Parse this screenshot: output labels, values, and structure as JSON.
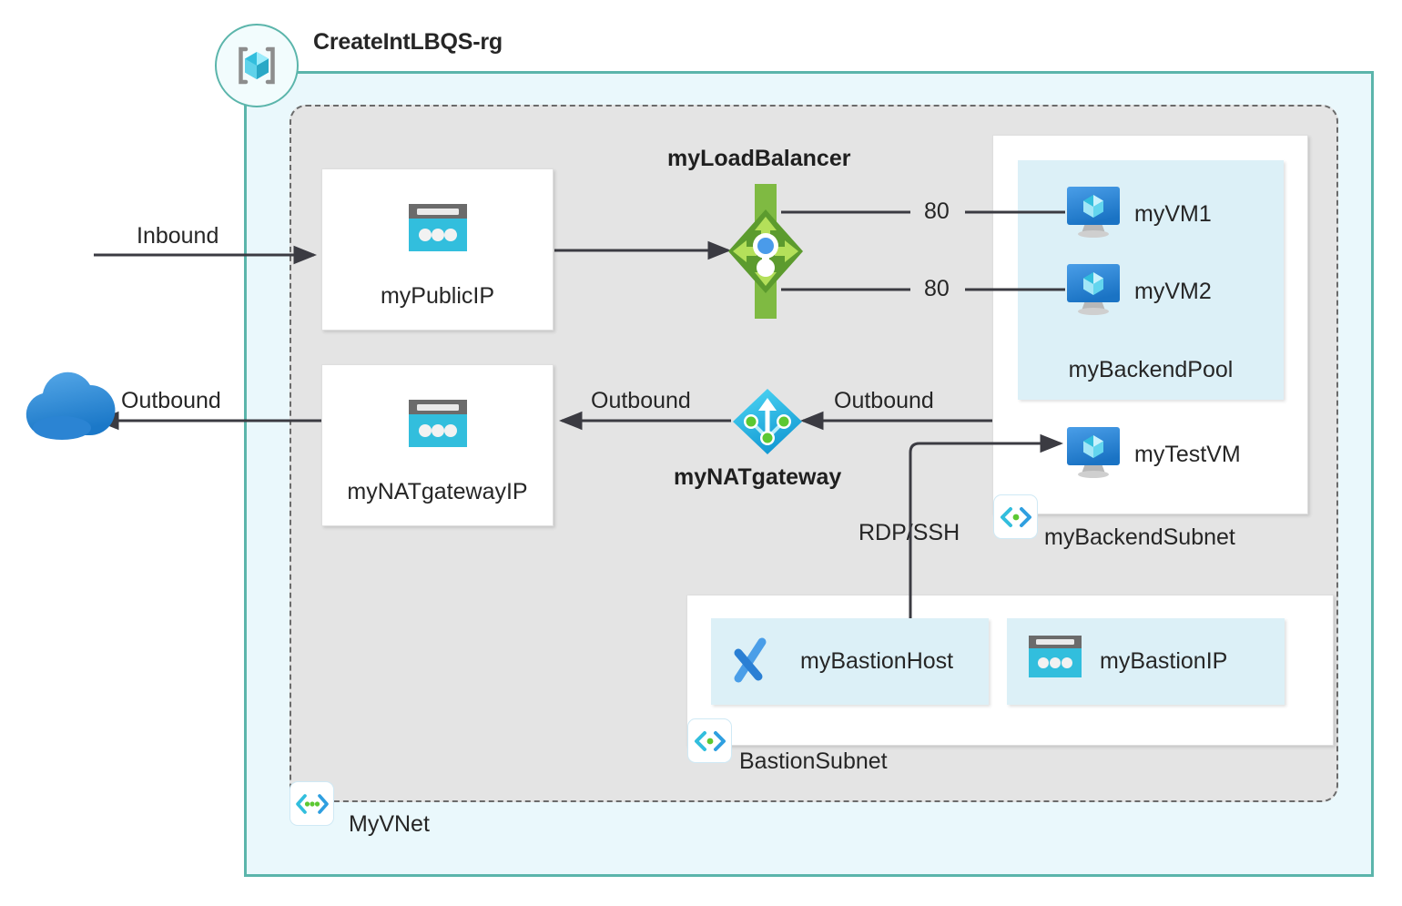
{
  "diagram": {
    "title": "CreateIntLBQS-rg",
    "resource_group": {
      "name": "CreateIntLBQS-rg",
      "icon": "resource-group-icon",
      "border_color": "#5bb5ab",
      "fill_color": "#eaf8fc"
    },
    "vnet": {
      "name": "MyVNet",
      "icon": "vnet-icon",
      "fill_color": "#e4e4e4",
      "border_color": "#6b6b6b"
    },
    "internet": {
      "icon": "cloud-icon",
      "color": "#2f8ddb"
    },
    "flows": {
      "inbound": "Inbound",
      "outbound_to_internet": "Outbound",
      "outbound_nat_to_ip": "Outbound",
      "outbound_subnet_to_nat": "Outbound",
      "rdp_ssh": "RDP/SSH"
    },
    "load_balancer": {
      "name": "myLoadBalancer",
      "icon": "load-balancer-icon",
      "color": "#7fba42",
      "rules": [
        {
          "port": "80",
          "target": "myVM1"
        },
        {
          "port": "80",
          "target": "myVM2"
        }
      ]
    },
    "nat_gateway": {
      "name": "myNATgateway",
      "icon": "nat-gateway-icon",
      "color": "#32bedd"
    },
    "public_ips": [
      {
        "name": "myPublicIP",
        "icon": "public-ip-icon"
      },
      {
        "name": "myNATgatewayIP",
        "icon": "public-ip-icon"
      },
      {
        "name": "myBastionIP",
        "icon": "public-ip-icon"
      }
    ],
    "backend_subnet": {
      "name": "myBackendSubnet",
      "icon": "subnet-icon",
      "backend_pool": {
        "name": "myBackendPool",
        "fill_color": "#dcf0f7",
        "vms": [
          {
            "name": "myVM1",
            "icon": "virtual-machine-icon"
          },
          {
            "name": "myVM2",
            "icon": "virtual-machine-icon"
          }
        ]
      },
      "test_vm": {
        "name": "myTestVM",
        "icon": "virtual-machine-icon"
      }
    },
    "bastion_subnet": {
      "name": "BastionSubnet",
      "icon": "subnet-icon",
      "resources": [
        {
          "name": "myBastionHost",
          "icon": "bastion-icon"
        },
        {
          "name": "myBastionIP",
          "icon": "public-ip-icon"
        }
      ]
    }
  }
}
